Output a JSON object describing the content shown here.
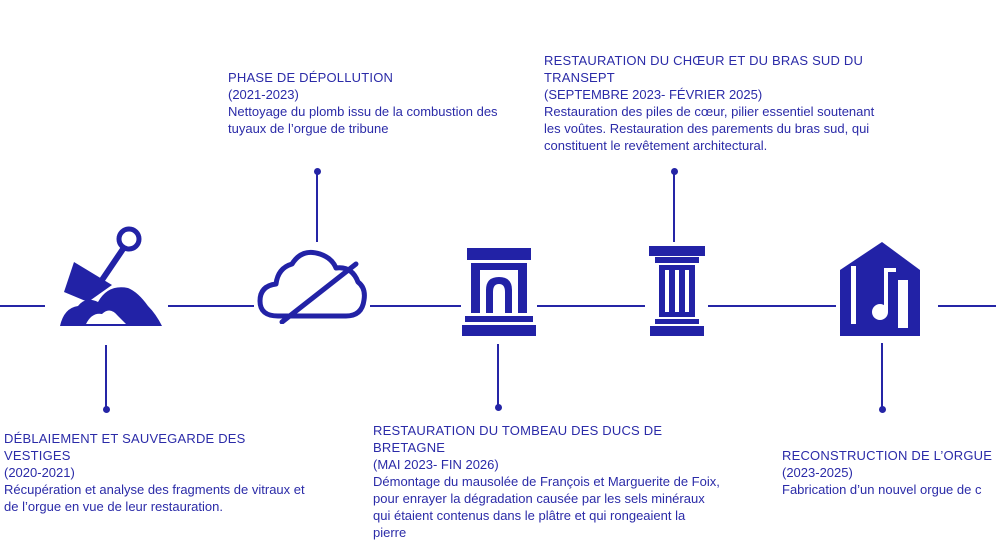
{
  "colors": {
    "primary": "#2222a6",
    "background": "#ffffff"
  },
  "milestones": [
    {
      "icon": "shovel-icon",
      "title": "DÉBLAIEMENT ET SAUVEGARDE DES VESTIGES",
      "dates": "(2020-2021)",
      "description": "Récupération et analyse des fragments de vitraux et de l’orgue en vue de leur restauration."
    },
    {
      "icon": "crossed-cloud-icon",
      "title": "PHASE DE DÉPOLLUTION",
      "dates": "(2021-2023)",
      "description": "Nettoyage du plomb issu de la combustion des tuyaux de l’orgue de tribune"
    },
    {
      "icon": "tomb-icon",
      "title": "RESTAURATION DU TOMBEAU DES DUCS DE BRETAGNE",
      "dates": "(MAI 2023- FIN 2026)",
      "description": "Démontage du mausolée de François et Marguerite de Foix, pour enrayer la dégradation causée par les sels minéraux qui étaient contenus dans le plâtre et qui rongeaient la pierre"
    },
    {
      "icon": "column-icon",
      "title": "RESTAURATION DU CHŒUR ET DU BRAS SUD DU TRANSEPT",
      "dates": "(SEPTEMBRE 2023- FÉVRIER 2025)",
      "description": "Restauration des piles de cœur, pilier essentiel soutenant les voûtes. Restauration des parements du bras sud, qui constituent le revêtement architectural."
    },
    {
      "icon": "music-house-icon",
      "title": "RECONSTRUCTION DE L’ORGUE",
      "dates": "(2023-2025)",
      "description": "Fabrication d’un nouvel orgue de c"
    }
  ]
}
